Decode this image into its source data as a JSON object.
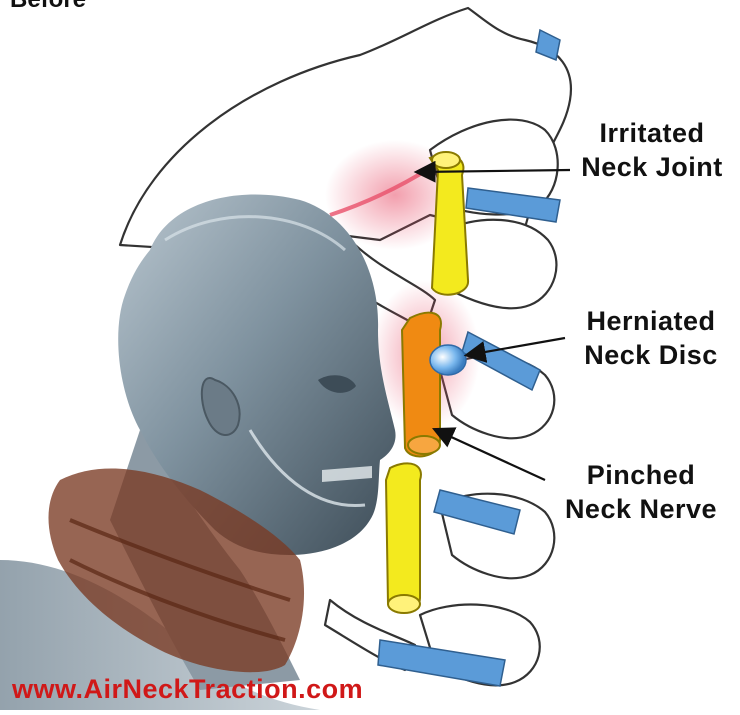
{
  "title": "Before",
  "labels": {
    "irritated_joint": [
      "Irritated",
      "Neck Joint"
    ],
    "herniated_disc": [
      "Herniated",
      "Neck Disc"
    ],
    "pinched_nerve": [
      "Pinched",
      "Neck Nerve"
    ]
  },
  "watermark": "www.AirNeckTraction.com",
  "colors": {
    "nerve_yellow": "#f3ea1e",
    "nerve_orange": "#f08a12",
    "disc_blue": "#5b9bd8",
    "watermark_red": "#d01818",
    "collar_brown": "#7a3a22",
    "inflammation": "#e8506a"
  }
}
